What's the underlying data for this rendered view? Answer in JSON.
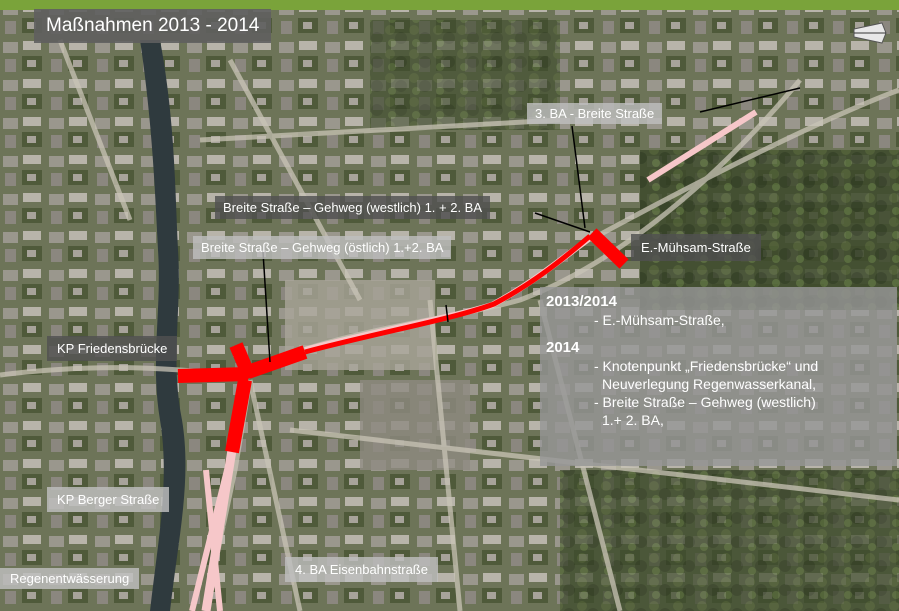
{
  "title": "Maßnahmen 2013 - 2014",
  "labels": {
    "ba3_breite": "3. BA - Breite Straße",
    "gehweg_westlich": "Breite Straße – Gehweg (westlich) 1. + 2. BA",
    "gehweg_oestlich": "Breite Straße – Gehweg (östlich) 1.+2. BA",
    "muehsam": "E.-Mühsam-Straße",
    "kp_friedensbruecke": "KP Friedensbrücke",
    "kp_berger": "KP Berger Straße",
    "ba4_eisenbahn": "4. BA Eisenbahnstraße",
    "regenentwaesserung": "Regenentwässerung"
  },
  "infobox": {
    "year1": "2013/2014",
    "year1_items": [
      "- E.-Mühsam-Straße,"
    ],
    "year2": "2014",
    "year2_items": [
      "- Knotenpunkt „Friedensbrücke“ und",
      "Neuverlegung Regenwasserkanal,",
      "- Breite Straße – Gehweg (westlich)",
      "1.+ 2. BA,"
    ]
  },
  "colors": {
    "active_measure": "#ff0000",
    "planned_measure": "#f6c7c9",
    "brand_band": "#7aa33a"
  },
  "icons": [
    "north-arrow-icon"
  ]
}
